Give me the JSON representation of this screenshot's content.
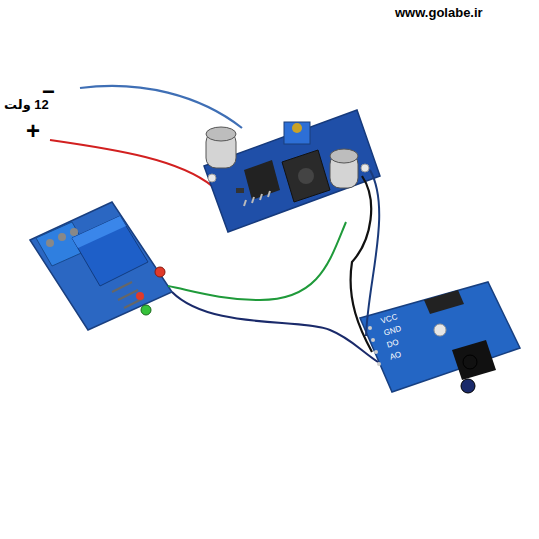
{
  "diagram": {
    "labels": [
      "www.golabe.ir",
      "12 ولت",
      "−",
      "+",
      "VCC",
      "GND",
      "DO",
      "AO"
    ]
  }
}
